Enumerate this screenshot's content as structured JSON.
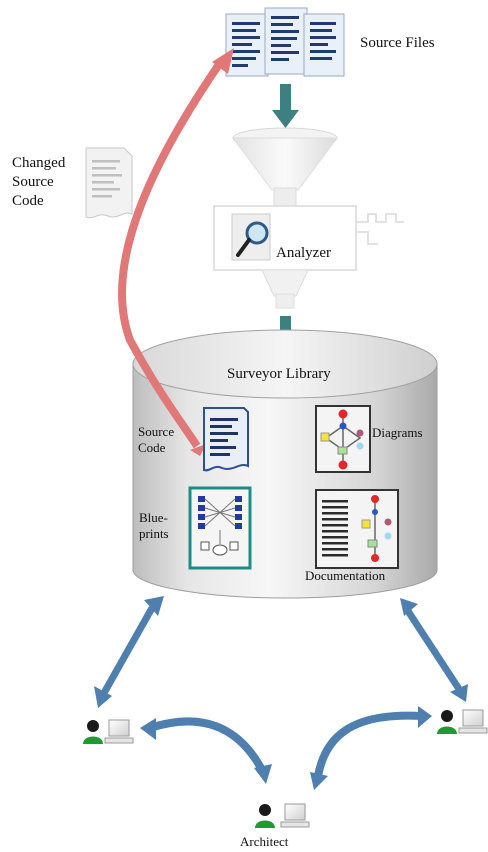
{
  "diagram": {
    "source_files_label": "Source Files",
    "changed_source_code_label": [
      "Changed",
      "Source",
      "Code"
    ],
    "analyzer_label": "Analyzer",
    "library": {
      "title": "Surveyor Library",
      "source_code_label": [
        "Source",
        "Code"
      ],
      "diagrams_label": "Diagrams",
      "blueprints_label": [
        "Blue-",
        "prints"
      ],
      "documentation_label": "Documentation"
    },
    "architect_label": "Architect"
  },
  "colors": {
    "flow_arrow": "#3e7f80",
    "change_arrow": "#e07878",
    "access_arrow": "#4f7fae",
    "user_green": "#1f9a2e",
    "doc_blue": "#2f4f8f"
  },
  "icons": [
    "document-stack-icon",
    "funnel-icon",
    "magnifier-icon",
    "document-icon",
    "diagram-icon",
    "blueprint-icon",
    "documentation-icon",
    "user-icon",
    "computer-icon"
  ]
}
